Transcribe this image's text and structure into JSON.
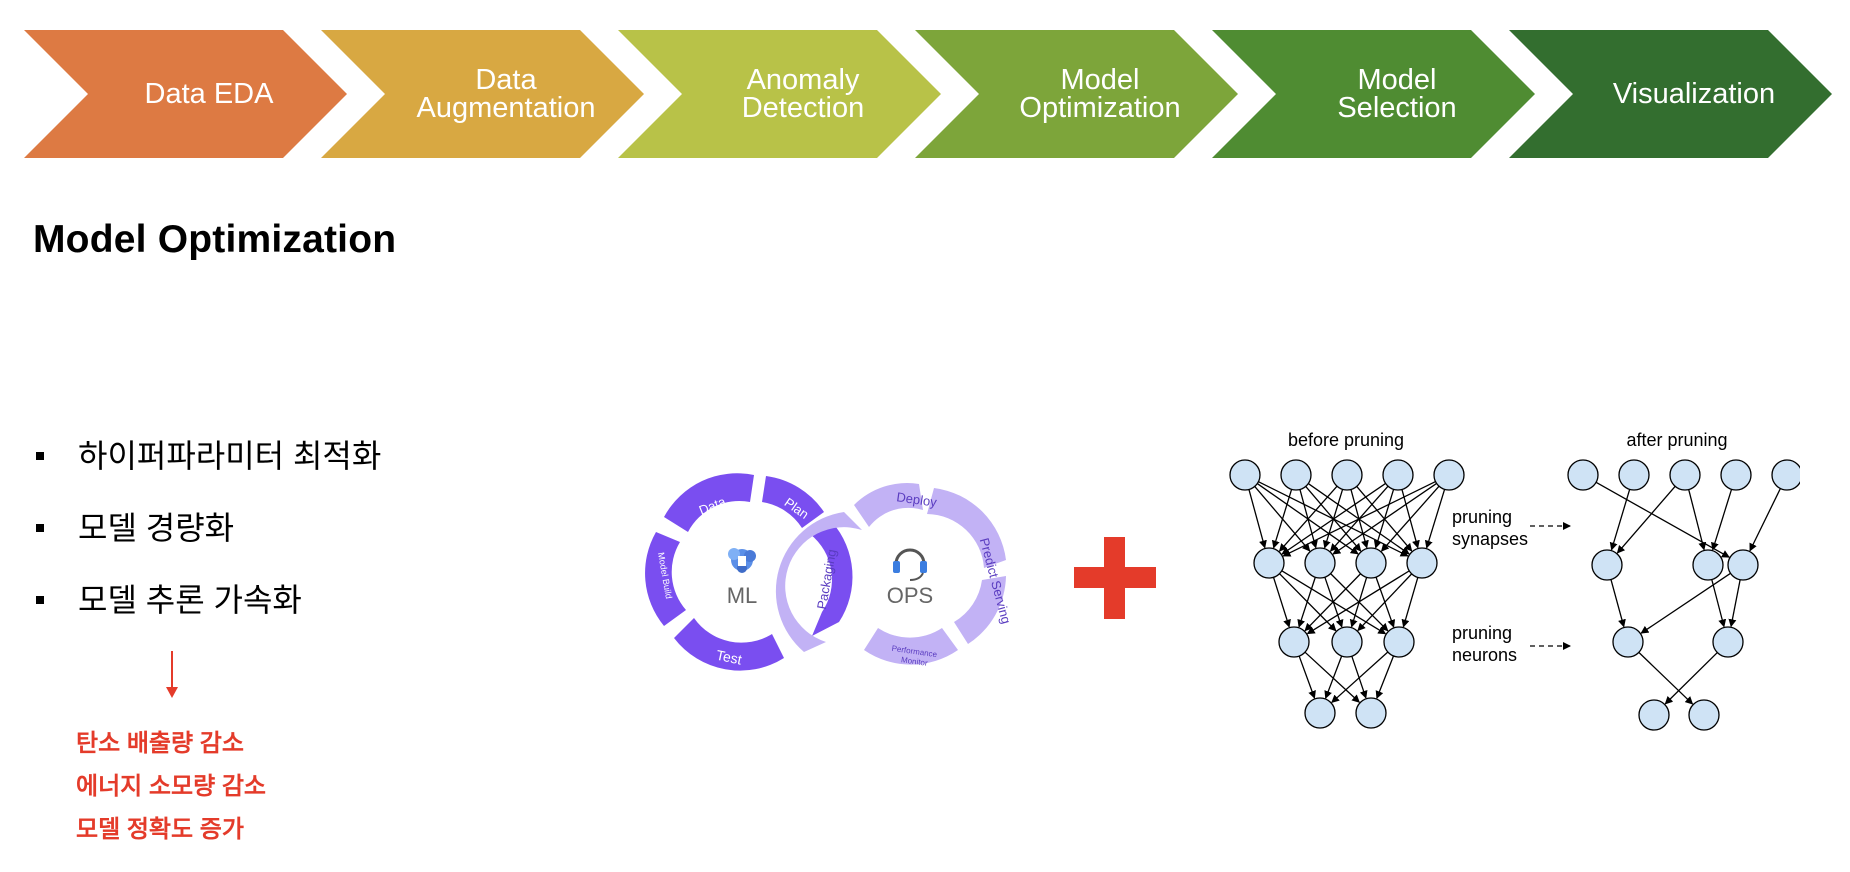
{
  "process": {
    "steps": [
      {
        "label": "Data EDA",
        "color": "#dd7a43"
      },
      {
        "label": "Data\nAugmentation",
        "color": "#d8a842"
      },
      {
        "label": "Anomaly\nDetection",
        "color": "#b8c248"
      },
      {
        "label": "Model\nOptimization",
        "color": "#7da53a"
      },
      {
        "label": "Model\nSelection",
        "color": "#4f8c32"
      },
      {
        "label": "Visualization",
        "color": "#336e2f"
      }
    ]
  },
  "page_title": "Model Optimization",
  "bullets": [
    "하이퍼파라미터 최적화",
    "모델 경량화",
    "모델 추론 가속화"
  ],
  "outcomes": [
    "탄소 배출량 감소",
    "에너지 소모량 감소",
    "모델 정확도 증가"
  ],
  "mlops": {
    "ml_label": "ML",
    "ops_label": "OPS",
    "ml_segments": [
      "Data",
      "Plan",
      "Model Build",
      "Test",
      "Packaging"
    ],
    "ops_segments": [
      "Deploy",
      "Predict Serving",
      "Performance",
      "Monitor"
    ],
    "ml_color": "#7a4ef0",
    "ops_color": "#c2b2f5",
    "icons": [
      "brain-icon",
      "headset-icon"
    ]
  },
  "pruning": {
    "before_title": "before pruning",
    "after_title": "after pruning",
    "synapses_note": "pruning\nsynapses",
    "neurons_note": "pruning\nneurons",
    "node_color": "#cfe3f5"
  },
  "accent_color": "#e43b2a"
}
